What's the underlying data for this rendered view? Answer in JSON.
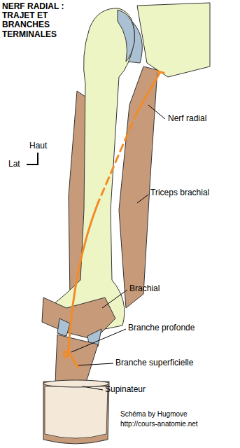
{
  "diagram": {
    "title": "NERF RADIAL : TRAJET ET BRANCHES TERMINALES",
    "labels": [
      "Haut",
      "Lat",
      "Nerf radial",
      "Triceps brachial",
      "Brachial",
      "Branche profonde",
      "Branche superficielle",
      "Supinateur",
      "Schéma by Hugmove",
      "http://cours-anatomie.net"
    ]
  }
}
